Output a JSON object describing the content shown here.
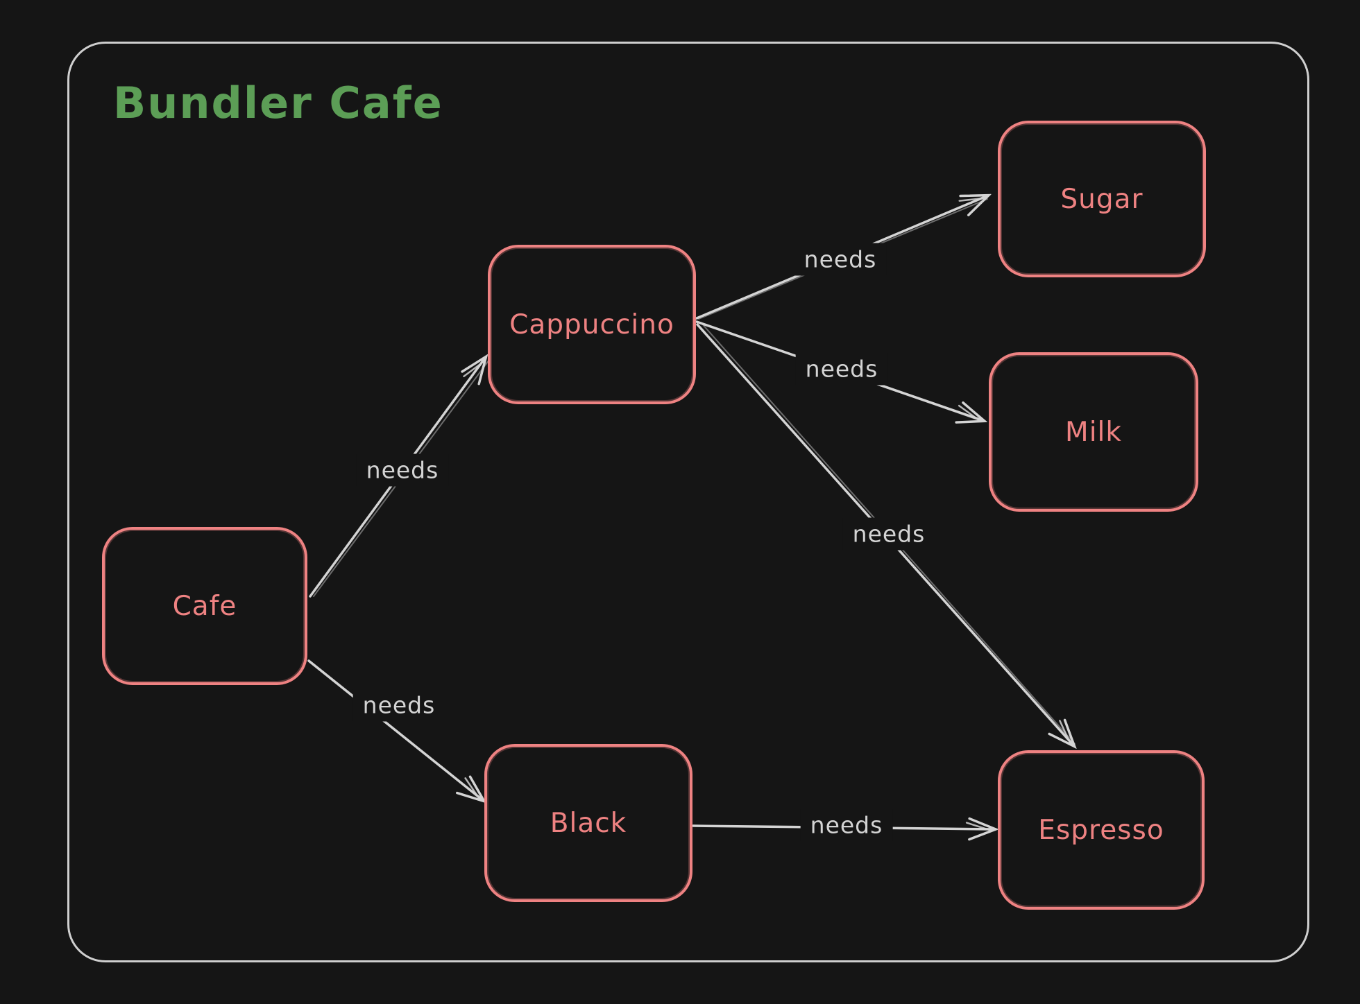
{
  "diagram": {
    "title": "Bundler Cafe",
    "colors": {
      "background": "#151515",
      "frame": "#cfcfcf",
      "node": "#ee8282",
      "edge": "#d4d4d4",
      "title": "#5c9e56"
    },
    "nodes": [
      {
        "id": "cafe",
        "label": "Cafe"
      },
      {
        "id": "cappuccino",
        "label": "Cappuccino"
      },
      {
        "id": "sugar",
        "label": "Sugar"
      },
      {
        "id": "milk",
        "label": "Milk"
      },
      {
        "id": "black",
        "label": "Black"
      },
      {
        "id": "espresso",
        "label": "Espresso"
      }
    ],
    "edges": [
      {
        "from": "Cafe",
        "to": "Cappuccino",
        "label": "needs"
      },
      {
        "from": "Cafe",
        "to": "Black",
        "label": "needs"
      },
      {
        "from": "Cappuccino",
        "to": "Sugar",
        "label": "needs"
      },
      {
        "from": "Cappuccino",
        "to": "Milk",
        "label": "needs"
      },
      {
        "from": "Cappuccino",
        "to": "Espresso",
        "label": "needs"
      },
      {
        "from": "Black",
        "to": "Espresso",
        "label": "needs"
      }
    ]
  }
}
